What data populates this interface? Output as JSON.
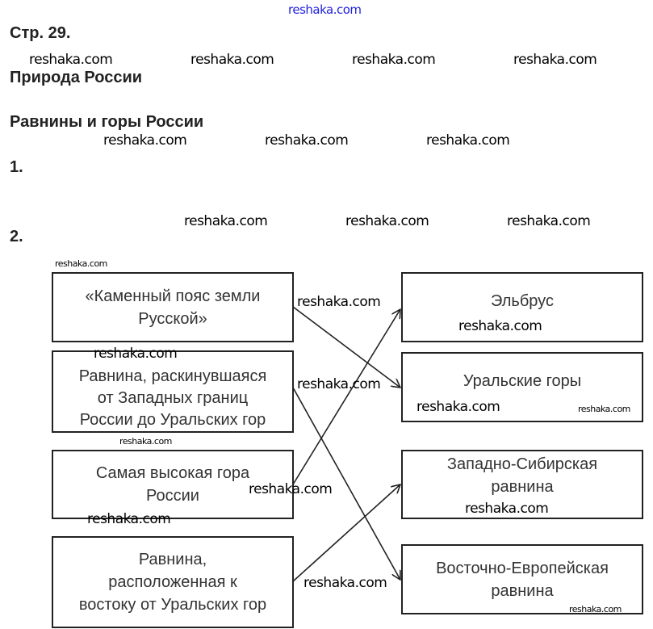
{
  "page_ref": "Стр. 29.",
  "section": "Природа России",
  "topic": "Равнины и горы России",
  "task1": "1.",
  "task2": "2.",
  "watermark": "reshaka.com",
  "left_items": [
    "«Каменный пояс земли\nРусской»",
    "Равнина, раскинувшаяся\nот Западных границ\nРоссии до Уральских гор",
    "Самая высокая гора\nРоссии",
    "Равнина,\nрасположенная к\nвостоку от Уральских гор"
  ],
  "right_items": [
    "Эльбрус",
    "Уральские горы",
    "Западно-Сибирская\nравнина",
    "Восточно-Европейская\nравнина"
  ],
  "matches": [
    [
      0,
      1
    ],
    [
      1,
      3
    ],
    [
      2,
      0
    ],
    [
      3,
      2
    ]
  ]
}
